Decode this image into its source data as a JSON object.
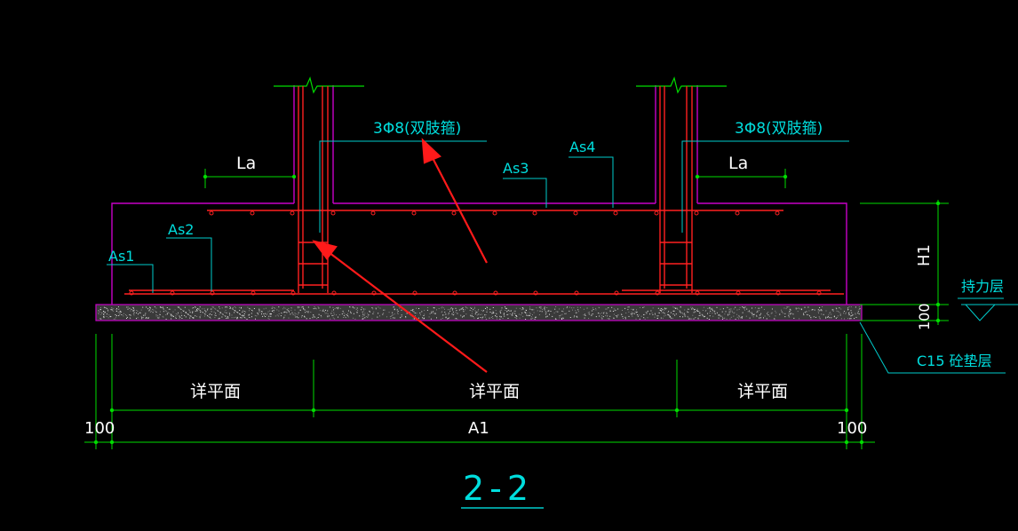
{
  "drawing": {
    "title": "2-2",
    "labels": {
      "stirrup_left": "3Φ8(双肢箍)",
      "stirrup_right": "3Φ8(双肢箍)",
      "la_left": "La",
      "la_right": "La",
      "as1": "As1",
      "as2": "As2",
      "as3": "As3",
      "as4": "As4",
      "h1": "H1",
      "cushion_thickness": "100",
      "bearing_layer": "持力层",
      "cushion_layer": "C15 砼垫层",
      "detail_left": "详平面",
      "detail_middle": "详平面",
      "detail_right": "详平面",
      "offset_left": "100",
      "offset_right": "100",
      "total_width": "A1"
    },
    "colors": {
      "background": "#000000",
      "outline": "#c800c8",
      "rebar": "#ff2020",
      "dimension": "#00dd00",
      "text": "#ffffff",
      "leader": "#00cccc",
      "arrow": "#ff1a1a",
      "cushion": "#d0d0d0"
    }
  }
}
